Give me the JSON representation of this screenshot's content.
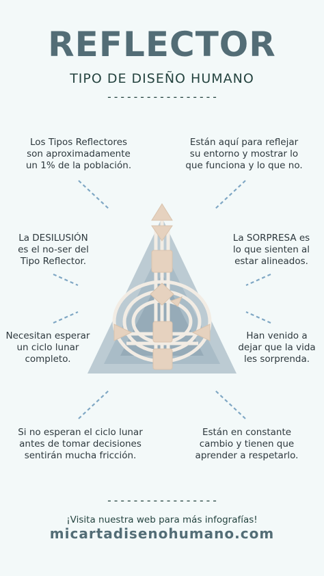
{
  "title": "REFLECTOR",
  "subtitle": "TIPO DE DISEÑO HUMANO",
  "divider": "-----------------",
  "texts": {
    "tl1": "Los Tipos Reflectores",
    "tl2": "son aproximadamente",
    "tl3": "un 1% de la población.",
    "tr1": "Están aquí para reflejar",
    "tr2": "su entorno y mostrar lo",
    "tr3": "que funciona y lo que no.",
    "ml1": "La DESILUSIÓN",
    "ml2": "es el no-ser del",
    "ml3": "Tipo Reflector.",
    "mr1": "La SORPRESA es",
    "mr2": "lo que sienten al",
    "mr3": "estar alineados.",
    "ll1": "Necesitan esperar",
    "ll2": "un ciclo lunar",
    "ll3": "completo.",
    "lr1": "Han venido a",
    "lr2": "dejar que la vida",
    "lr3": "les sorprenda.",
    "bl1": "Si no esperan el ciclo lunar",
    "bl2": "antes de tomar decisiones",
    "bl3": "sentirán mucha fricción.",
    "br1": "Están en constante",
    "br2": "cambio y tienen que",
    "br3": "aprender a respetarlo."
  },
  "footer": {
    "cta": "¡Visita nuestra web para más infografías!",
    "url": "micartadisenohumano.com"
  },
  "colors": {
    "title": "#536d76",
    "accent_lines": "#7fa7c4",
    "triangle_outer": "#bccbd3",
    "center_fill": "#e6d2bf"
  }
}
